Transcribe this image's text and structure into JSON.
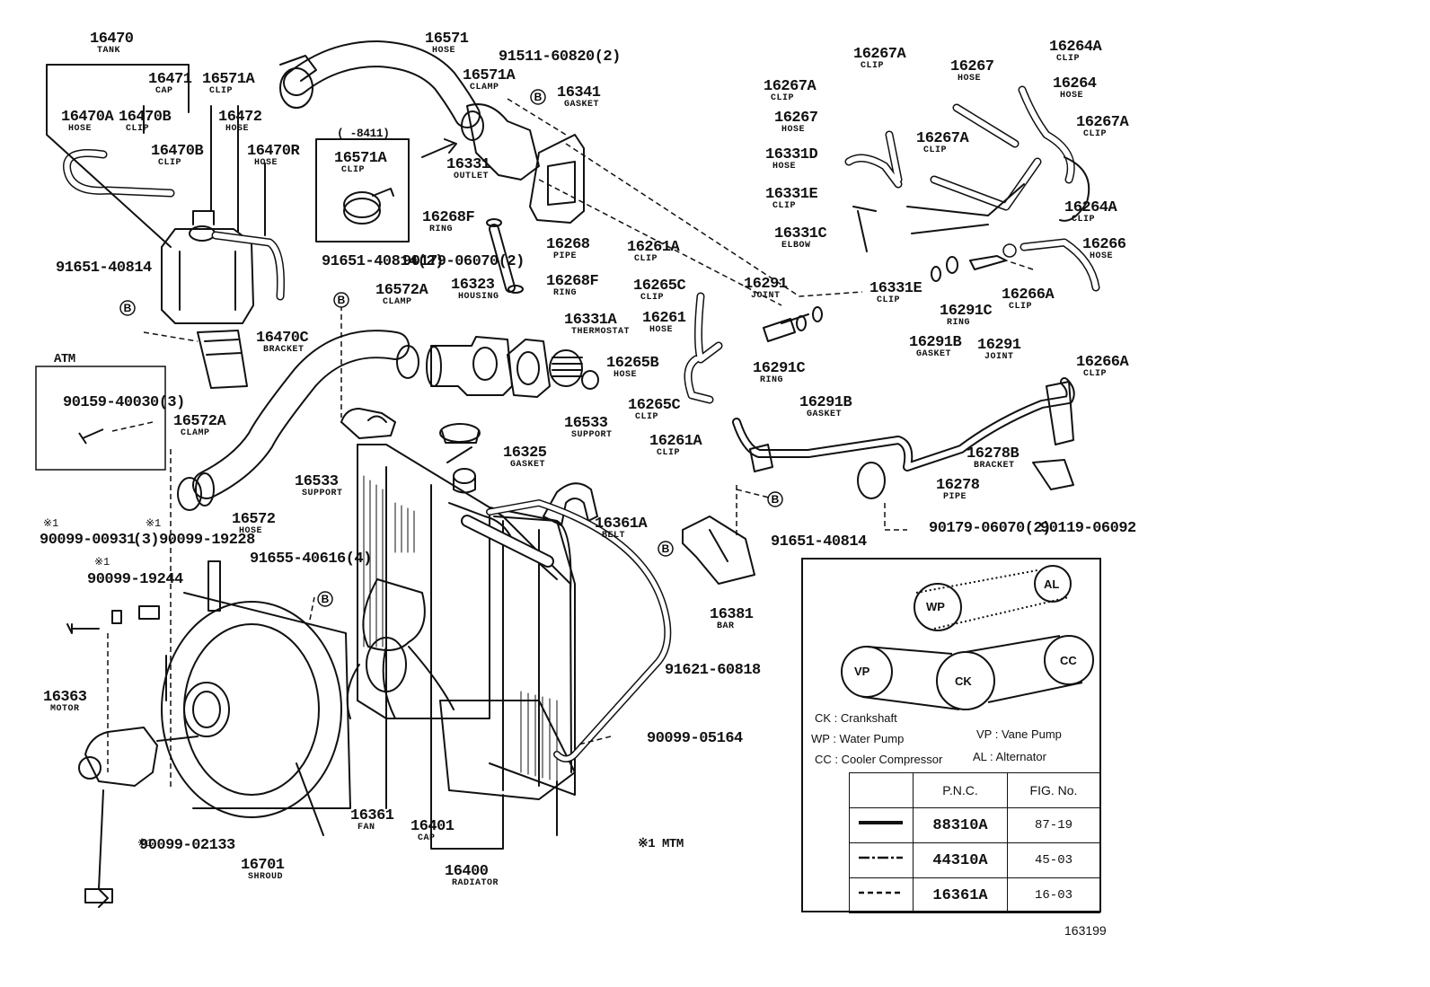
{
  "labels": [
    {
      "id": "l1",
      "pn": "16470",
      "sub": "TANK"
    },
    {
      "id": "l2",
      "pn": "16471",
      "sub": "CAP"
    },
    {
      "id": "l3",
      "pn": "16571A",
      "sub": "CLIP"
    },
    {
      "id": "l4",
      "pn": "16571",
      "sub": "HOSE"
    },
    {
      "id": "l5",
      "pn": "91511-60820(2)",
      "sub": ""
    },
    {
      "id": "l6",
      "pn": "16571A",
      "sub": "CLAMP"
    },
    {
      "id": "l7",
      "pn": "16341",
      "sub": "GASKET"
    },
    {
      "id": "l8",
      "pn": "16470A",
      "sub": "HOSE"
    },
    {
      "id": "l9",
      "pn": "16470B",
      "sub": "CLIP"
    },
    {
      "id": "l10",
      "pn": "16472",
      "sub": "HOSE"
    },
    {
      "id": "l11",
      "pn": "16470B",
      "sub": "CLIP"
    },
    {
      "id": "l12",
      "pn": "16470R",
      "sub": "HOSE"
    },
    {
      "id": "l13",
      "pn": "16331",
      "sub": "OUTLET"
    },
    {
      "id": "l14",
      "pn": "16268F",
      "sub": "RING"
    },
    {
      "id": "l15",
      "pn": "16268",
      "sub": "PIPE"
    },
    {
      "id": "l16",
      "pn": "16268F",
      "sub": "RING"
    },
    {
      "id": "l17",
      "pn": "91651-40814",
      "sub": ""
    },
    {
      "id": "l18",
      "pn": "91651-40814(2)",
      "sub": ""
    },
    {
      "id": "l19",
      "pn": "90179-06070(2)",
      "sub": ""
    },
    {
      "id": "l20",
      "pn": "16572A",
      "sub": "CLAMP"
    },
    {
      "id": "l21",
      "pn": "16323",
      "sub": "HOUSING"
    },
    {
      "id": "l22",
      "pn": "16331A",
      "sub": "THERMOSTAT"
    },
    {
      "id": "l23",
      "pn": "16470C",
      "sub": "BRACKET"
    },
    {
      "id": "l24",
      "pn": "90159-40030(3)",
      "sub": ""
    },
    {
      "id": "l25",
      "pn": "16572A",
      "sub": "CLAMP"
    },
    {
      "id": "l26",
      "pn": "16533",
      "sub": "SUPPORT"
    },
    {
      "id": "l27",
      "pn": "16325",
      "sub": "GASKET"
    },
    {
      "id": "l28",
      "pn": "16533",
      "sub": "SUPPORT"
    },
    {
      "id": "l29",
      "pn": "16572",
      "sub": "HOSE"
    },
    {
      "id": "l30",
      "pn": "90099-00931",
      "sub": ""
    },
    {
      "id": "l31",
      "pn": "(3)90099-19228",
      "sub": ""
    },
    {
      "id": "l32",
      "pn": "91655-40616(4)",
      "sub": ""
    },
    {
      "id": "l33",
      "pn": "90099-19244",
      "sub": ""
    },
    {
      "id": "l34",
      "pn": "16361A",
      "sub": "BELT"
    },
    {
      "id": "l35",
      "pn": "16381",
      "sub": "BAR"
    },
    {
      "id": "l36",
      "pn": "91621-60818",
      "sub": ""
    },
    {
      "id": "l37",
      "pn": "16363",
      "sub": "MOTOR"
    },
    {
      "id": "l38",
      "pn": "90099-05164",
      "sub": ""
    },
    {
      "id": "l39",
      "pn": "16361",
      "sub": "FAN"
    },
    {
      "id": "l40",
      "pn": "16401",
      "sub": "CAP"
    },
    {
      "id": "l41",
      "pn": "90099-02133",
      "sub": ""
    },
    {
      "id": "l42",
      "pn": "16701",
      "sub": "SHROUD"
    },
    {
      "id": "l43",
      "pn": "16400",
      "sub": "RADIATOR"
    },
    {
      "id": "l44",
      "pn": "16267A",
      "sub": "CLIP"
    },
    {
      "id": "l45",
      "pn": "16267",
      "sub": "HOSE"
    },
    {
      "id": "l46",
      "pn": "16264A",
      "sub": "CLIP"
    },
    {
      "id": "l47",
      "pn": "16267A",
      "sub": "CLIP"
    },
    {
      "id": "l48",
      "pn": "16264",
      "sub": "HOSE"
    },
    {
      "id": "l49",
      "pn": "16267",
      "sub": "HOSE"
    },
    {
      "id": "l50",
      "pn": "16267A",
      "sub": "CLIP"
    },
    {
      "id": "l51",
      "pn": "16267A",
      "sub": "CLIP"
    },
    {
      "id": "l52",
      "pn": "16331D",
      "sub": "HOSE"
    },
    {
      "id": "l53",
      "pn": "16331E",
      "sub": "CLIP"
    },
    {
      "id": "l54",
      "pn": "16264A",
      "sub": "CLIP"
    },
    {
      "id": "l55",
      "pn": "16331C",
      "sub": "ELBOW"
    },
    {
      "id": "l56",
      "pn": "16266",
      "sub": "HOSE"
    },
    {
      "id": "l57",
      "pn": "16261A",
      "sub": "CLIP"
    },
    {
      "id": "l58",
      "pn": "16265C",
      "sub": "CLIP"
    },
    {
      "id": "l59",
      "pn": "16291",
      "sub": "JOINT"
    },
    {
      "id": "l60",
      "pn": "16331E",
      "sub": "CLIP"
    },
    {
      "id": "l61",
      "pn": "16291C",
      "sub": "RING"
    },
    {
      "id": "l62",
      "pn": "16266A",
      "sub": "CLIP"
    },
    {
      "id": "l63",
      "pn": "16261",
      "sub": "HOSE"
    },
    {
      "id": "l64",
      "pn": "16291B",
      "sub": "GASKET"
    },
    {
      "id": "l65",
      "pn": "16291",
      "sub": "JOINT"
    },
    {
      "id": "l66",
      "pn": "16265B",
      "sub": "HOSE"
    },
    {
      "id": "l67",
      "pn": "16291C",
      "sub": "RING"
    },
    {
      "id": "l68",
      "pn": "16266A",
      "sub": "CLIP"
    },
    {
      "id": "l69",
      "pn": "16265C",
      "sub": "CLIP"
    },
    {
      "id": "l70",
      "pn": "16291B",
      "sub": "GASKET"
    },
    {
      "id": "l71",
      "pn": "16261A",
      "sub": "CLIP"
    },
    {
      "id": "l72",
      "pn": "16278B",
      "sub": "BRACKET"
    },
    {
      "id": "l73",
      "pn": "16278",
      "sub": "PIPE"
    },
    {
      "id": "l74",
      "pn": "91651-40814",
      "sub": ""
    },
    {
      "id": "l75",
      "pn": "90179-06070(2)",
      "sub": ""
    },
    {
      "id": "l76",
      "pn": "90119-06092",
      "sub": ""
    },
    {
      "id": "l77",
      "pn": "16571A",
      "sub": "CLIP"
    }
  ],
  "inset": {
    "title": "(    -8411)"
  },
  "atm_box": {
    "title": "ATM"
  },
  "mtm_note": {
    "text": "※1 MTM"
  },
  "asterisk_marks": [
    "※1",
    "※1",
    "※1",
    "※1"
  ],
  "belt_diagram": {
    "pulleys": [
      "WP",
      "AL",
      "VP",
      "CK",
      "CC"
    ],
    "legend": [
      "CK : Crankshaft",
      "WP : Water Pump",
      "CC : Cooler Compressor",
      "VP : Vane Pump",
      "AL : Alternator"
    ],
    "table": {
      "headers": [
        "P.N.C.",
        "FIG. No."
      ],
      "rows": [
        {
          "pnc": "88310A",
          "fig": "87-19"
        },
        {
          "pnc": "44310A",
          "fig": "45-03"
        },
        {
          "pnc": "16361A",
          "fig": "16-03"
        }
      ]
    }
  },
  "figure_id": "163199",
  "ref_marker": "B"
}
